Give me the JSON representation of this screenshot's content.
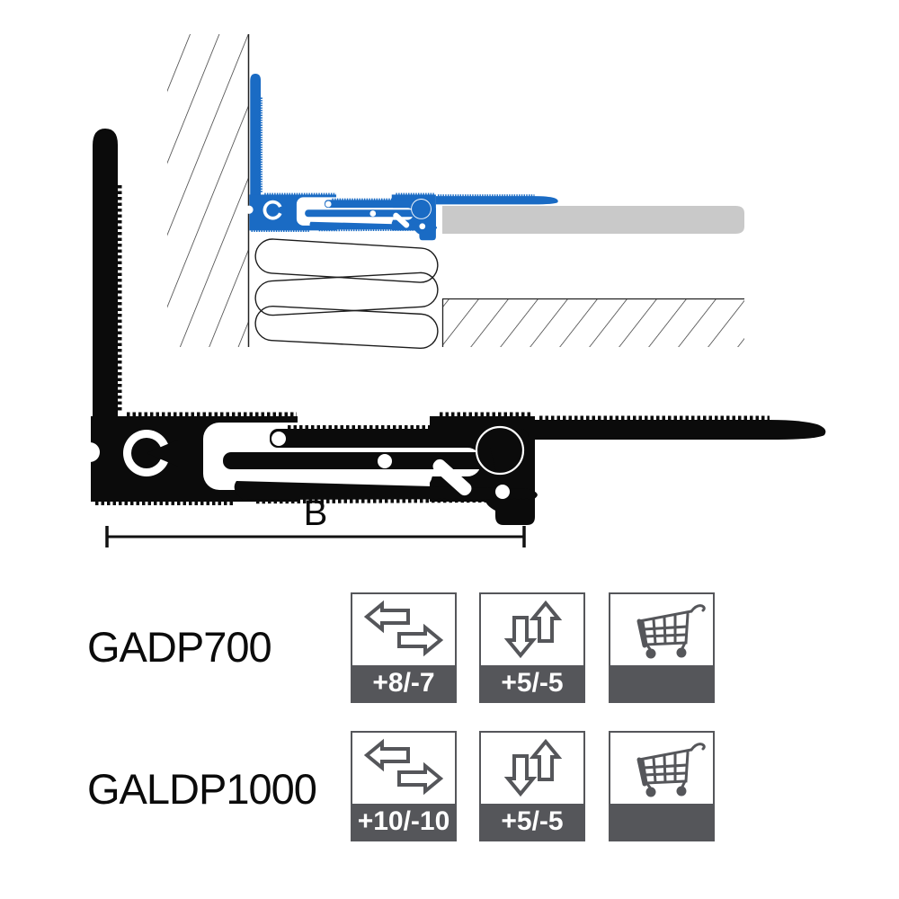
{
  "page": {
    "background": "#ffffff"
  },
  "diagram": {
    "dimension_label": "B",
    "colors": {
      "profile_blue": "#1a6bc4",
      "profile_black": "#0b0b0b",
      "tile_gray": "#c9c9c9",
      "hatch_line": "#2a2a2a",
      "badge_gray": "#55565a"
    }
  },
  "products": [
    {
      "name": "GADP700",
      "badges": [
        {
          "icon": "horizontal-arrows",
          "value": "+8/-7"
        },
        {
          "icon": "vertical-arrows",
          "value": "+5/-5"
        },
        {
          "icon": "shopping-cart",
          "value": ""
        }
      ]
    },
    {
      "name": "GALDP1000",
      "badges": [
        {
          "icon": "horizontal-arrows",
          "value": "+10/-10"
        },
        {
          "icon": "vertical-arrows",
          "value": "+5/-5"
        },
        {
          "icon": "shopping-cart",
          "value": ""
        }
      ]
    }
  ]
}
